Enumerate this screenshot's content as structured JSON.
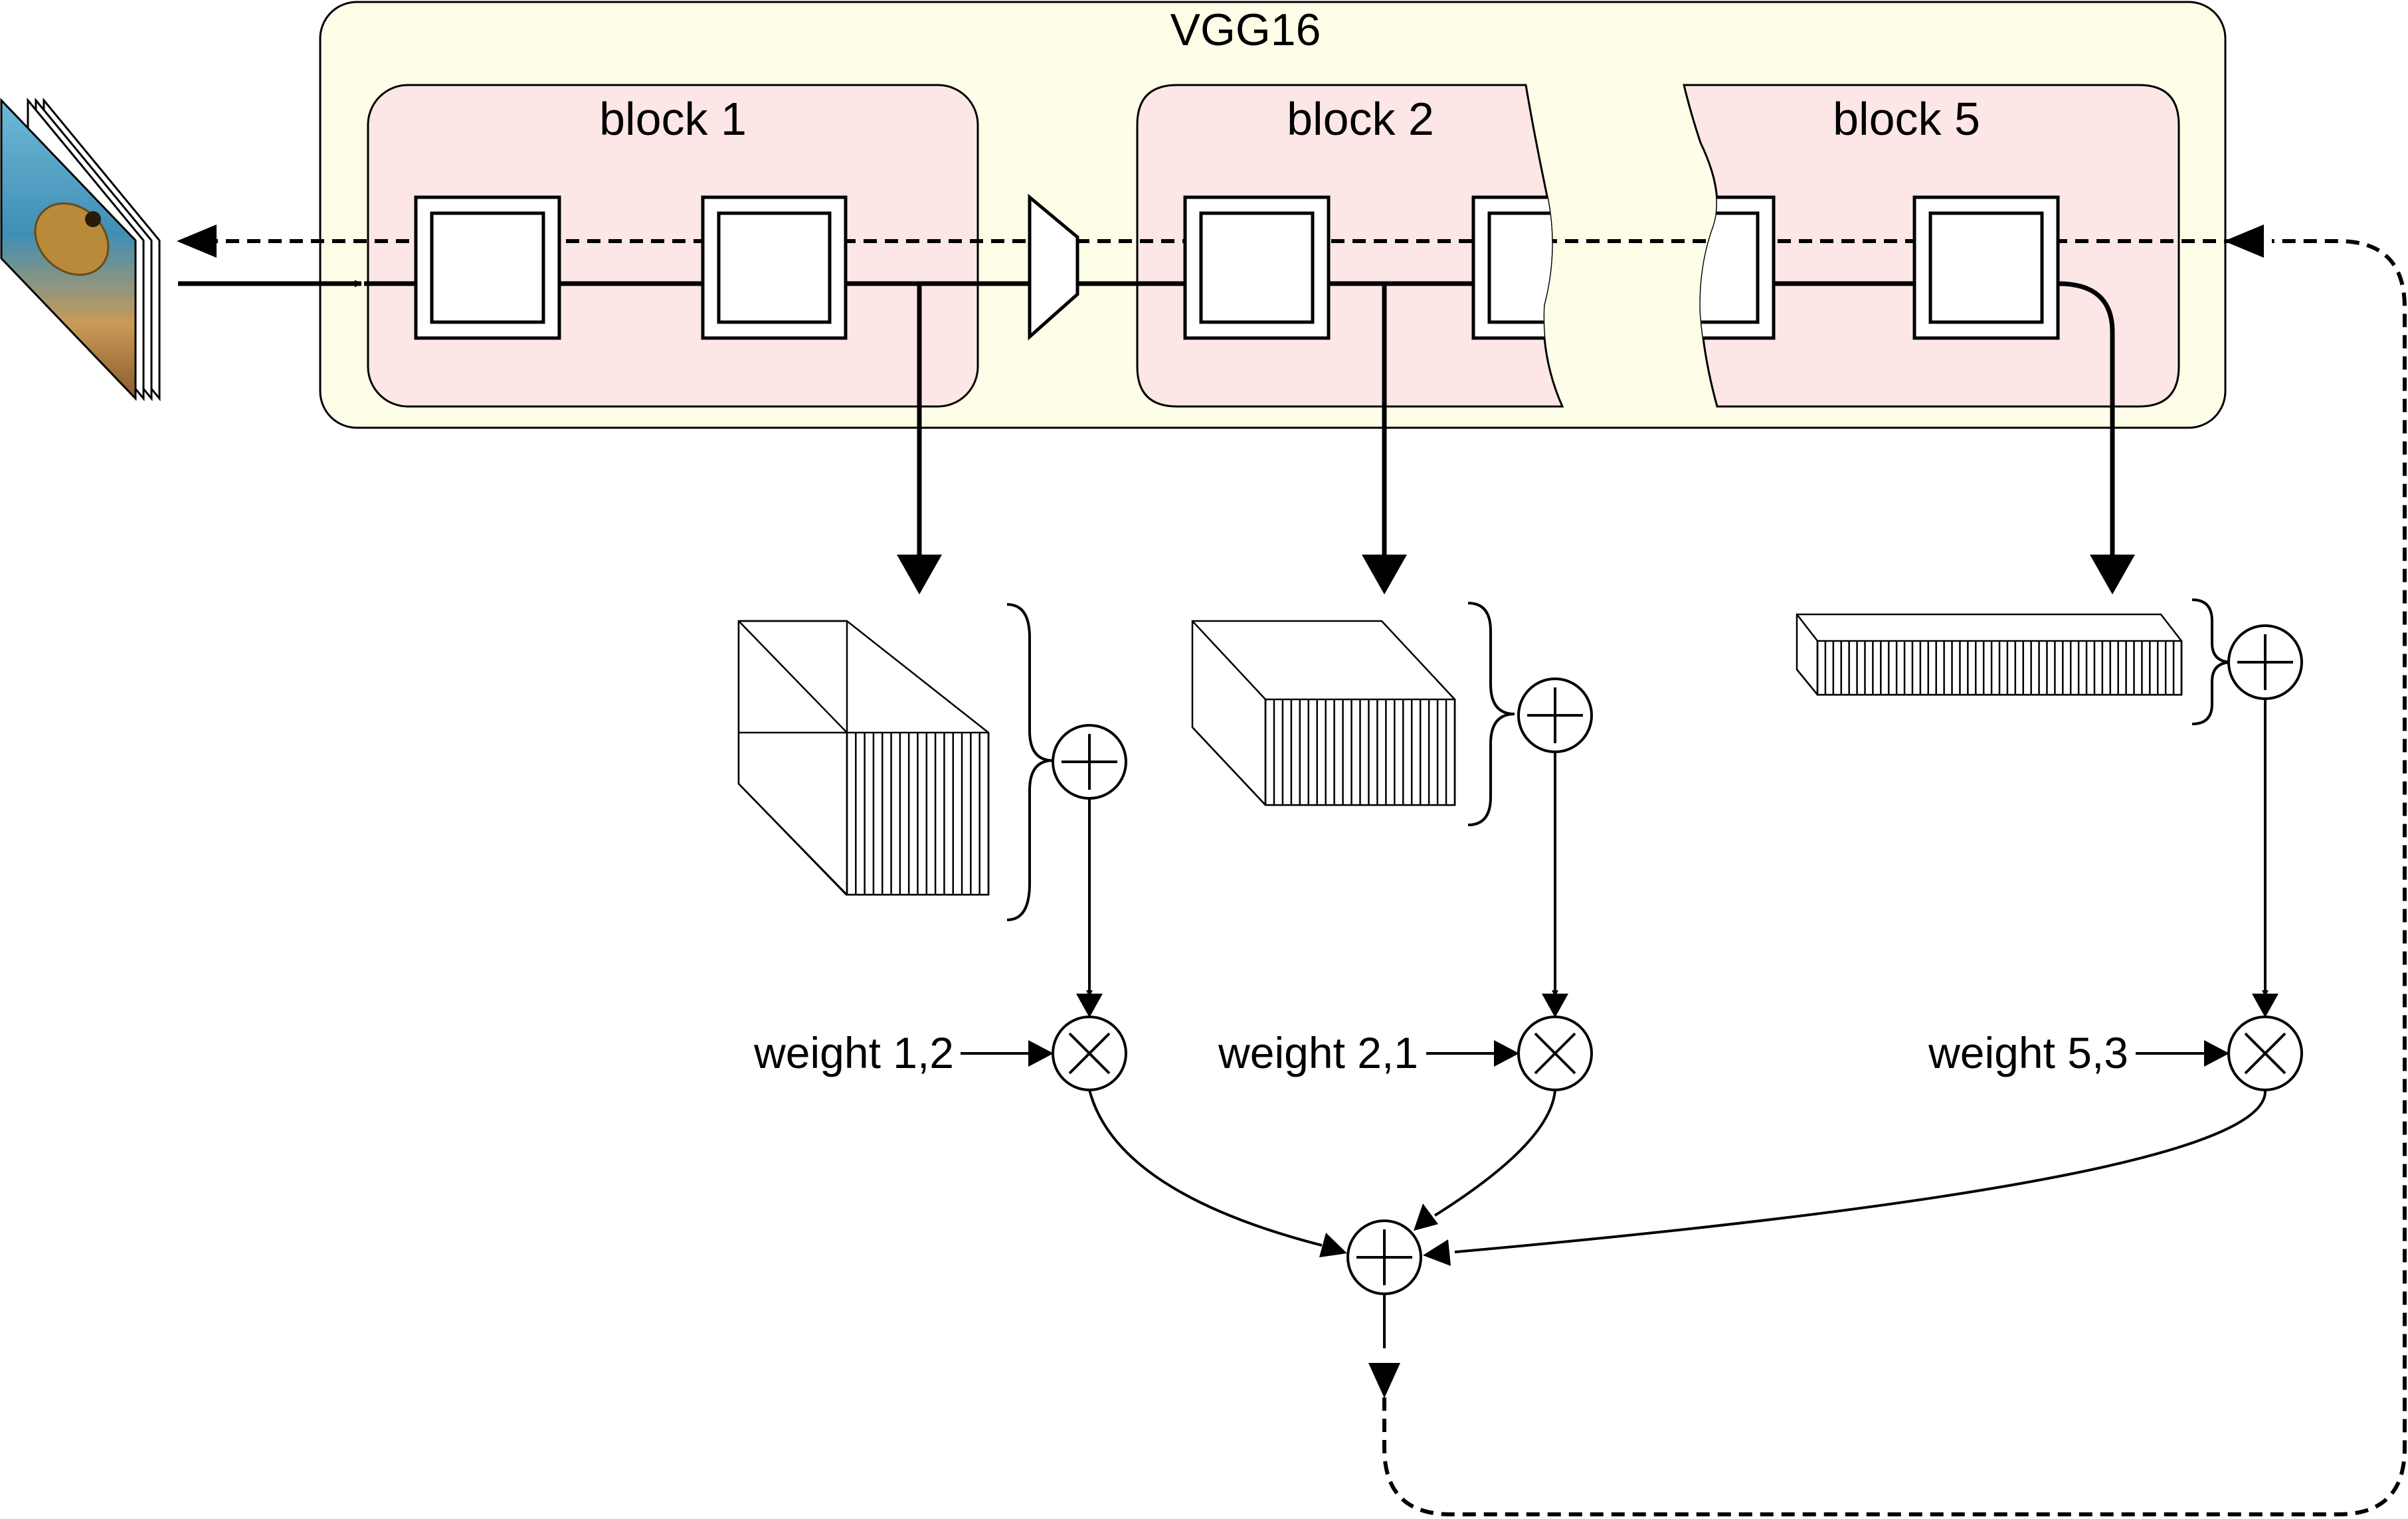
{
  "diagram": {
    "title": "VGG16",
    "blocks": [
      {
        "label": "block 1"
      },
      {
        "label": "block 2"
      },
      {
        "label": "block 5"
      }
    ],
    "weights": [
      {
        "label": "weight 1,2"
      },
      {
        "label": "weight 2,1"
      },
      {
        "label": "weight 5,3"
      }
    ],
    "colors": {
      "network_fill": "#fefee8",
      "block_fill": "#fde6e6",
      "stroke": "#000000",
      "background": "#ffffff"
    }
  }
}
